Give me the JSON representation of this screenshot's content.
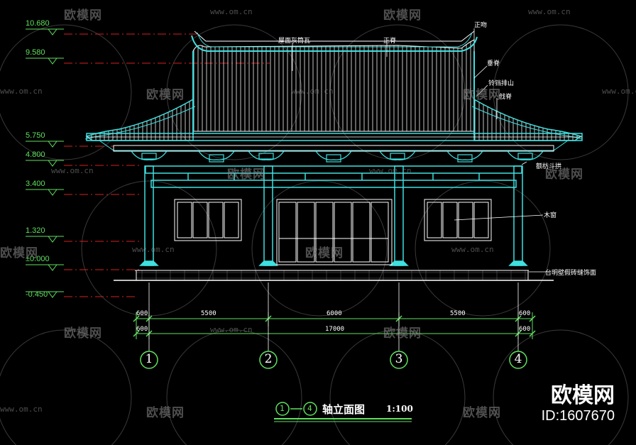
{
  "levels": [
    "10.680",
    "9.580",
    "5.750",
    "4.800",
    "3.400",
    "1.320",
    "±0.000",
    "-0.450"
  ],
  "annotations": {
    "roof_tiles": "屋面灰筒瓦",
    "main_ridge": "正脊",
    "ridge_ornament": "正吻",
    "hanging_ridge": "垂脊",
    "gable": "铃铛排山",
    "eave_ridge": "戗脊",
    "bracket": "额枋斗拱",
    "wood_window": "木窗",
    "base": "台明壁假砖缝饰面"
  },
  "dimensions": {
    "row1": [
      "600",
      "5500",
      "6000",
      "5500",
      "600"
    ],
    "row2_total": "17000",
    "row2_left": "600",
    "row2_right": "600"
  },
  "axes": [
    "1",
    "2",
    "3",
    "4"
  ],
  "drawing_title": {
    "from": "1",
    "to": "4",
    "text": "轴立面图",
    "scale": "1:100"
  },
  "watermark": {
    "url": "www.om.cn",
    "brand": "欧模网",
    "id": "ID:1607670"
  }
}
